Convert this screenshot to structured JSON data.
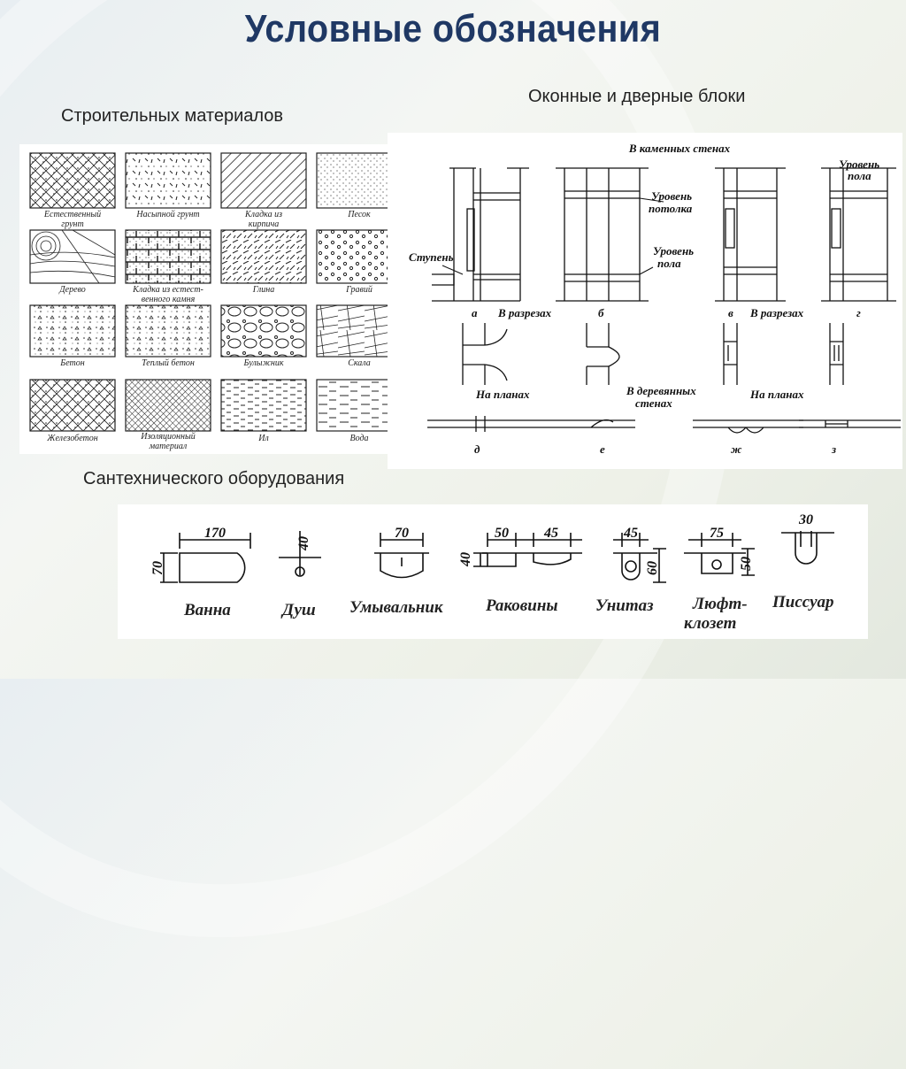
{
  "title": "Условные обозначения",
  "sections": {
    "materials": "Строительных материалов",
    "windows": "Оконные и дверные блоки",
    "plumbing": "Сантехнического оборудования"
  },
  "materials": {
    "row1": [
      "Естественный",
      "грунт",
      "Насыпной грунт",
      "Кладка из",
      "кирпича",
      "Песок"
    ],
    "row2": [
      "Дерево",
      "Кладка из естест-",
      "венного камня",
      "Глина",
      "Гравий"
    ],
    "row3": [
      "Бетон",
      "Теплый бетон",
      "Булыжник",
      "Скала"
    ],
    "row4": [
      "Железобетон",
      "Изоляционный",
      "материал",
      "Ил",
      "Вода"
    ]
  },
  "windows": {
    "header": "В каменных стенах",
    "floor_level": [
      "Уровень",
      "пола"
    ],
    "ceiling_level": [
      "Уровень",
      "потолка"
    ],
    "floor_level2": [
      "Уровень",
      "пола"
    ],
    "step": "Ступень",
    "sections_a": "а",
    "in_sections_1": "В разрезах",
    "sections_b": "б",
    "sections_v": "в",
    "in_sections_2": "В разрезах",
    "sections_g": "г",
    "on_plans_1": "На планах",
    "wooden": [
      "В деревянных",
      "стенах"
    ],
    "on_plans_2": "На планах",
    "plan_labels": [
      "д",
      "е",
      "ж",
      "з"
    ]
  },
  "plumbing": {
    "bath": "Ванна",
    "bath_w": "170",
    "bath_h": "70",
    "shower": "Душ",
    "shower_d": "40",
    "washbasin": "Умывальник",
    "washbasin_w": "70",
    "sinks": "Раковины",
    "sinks_w1": "50",
    "sinks_w2": "45",
    "sinks_h": "40",
    "toilet": "Унитаз",
    "toilet_w": "45",
    "toilet_h": "60",
    "closet": [
      "Люфт-",
      "клозет"
    ],
    "closet_w": "75",
    "closet_h": "50",
    "urinal": "Писсуар",
    "urinal_w": "30"
  }
}
